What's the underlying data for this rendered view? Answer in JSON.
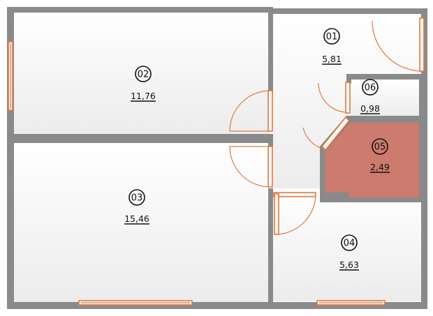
{
  "rooms": [
    {
      "number": "01",
      "area": "5,81"
    },
    {
      "number": "02",
      "area": "11,76"
    },
    {
      "number": "03",
      "area": "15,46"
    },
    {
      "number": "04",
      "area": "5,63"
    },
    {
      "number": "05",
      "area": "2,49"
    },
    {
      "number": "06",
      "area": "0,98"
    }
  ],
  "colors": {
    "wall": "#8a8a8a",
    "door_window_accent": "#e07a3c",
    "highlight_room": "#cd7a6f",
    "floor_light": "#ffffff",
    "floor_shade": "#ececec"
  }
}
